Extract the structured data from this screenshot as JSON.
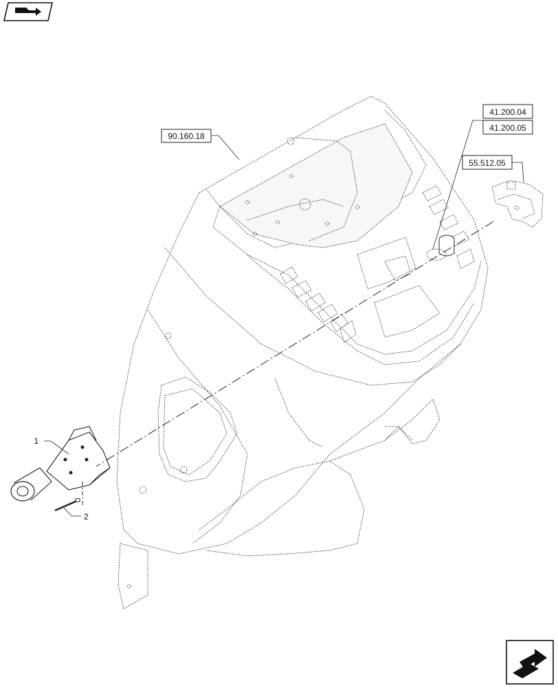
{
  "references": {
    "housing": "90.160.18",
    "ref_a": "41.200.04",
    "ref_b": "41.200.05",
    "ref_c": "55.512.05"
  },
  "callouts": {
    "item_1": "1",
    "item_2": "2"
  },
  "icons": {
    "top_left": "book-arrow-icon",
    "bottom_right": "next-page-arrow-icon"
  }
}
